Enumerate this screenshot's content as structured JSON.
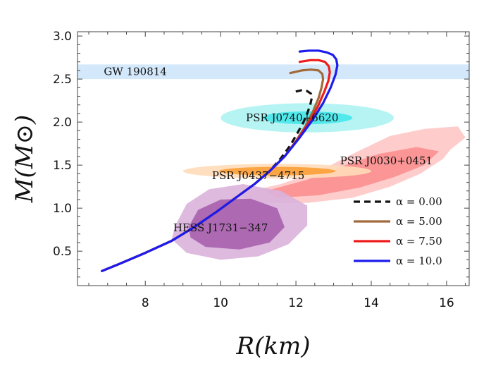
{
  "chart_data": {
    "type": "line",
    "xlabel": "R(km)",
    "ylabel": "M(M⊙)",
    "xlim": [
      6.2,
      16.6
    ],
    "ylim": [
      0.1,
      3.05
    ],
    "xticks": [
      8,
      10,
      12,
      14,
      16
    ],
    "yticks": [
      0.5,
      1.0,
      1.5,
      2.0,
      2.5,
      3.0
    ],
    "xtick_labels": [
      "8",
      "10",
      "12",
      "14",
      "16"
    ],
    "ytick_labels": [
      "0.5",
      "1.0",
      "1.5",
      "2.0",
      "2.5",
      "3.0"
    ],
    "grid": false,
    "legend_position": "bottom-right",
    "band": {
      "label": "GW 190814",
      "y_range": [
        2.5,
        2.67
      ],
      "color": "#d4e8fb"
    },
    "regions": [
      {
        "label": "PSR J0740+6620",
        "color_outer": "#aef3f3",
        "color_inner": "#3fe6ea",
        "center": [
          12.3,
          2.05
        ],
        "outer_axes": [
          2.3,
          0.17
        ],
        "inner_axes": [
          1.2,
          0.075
        ]
      },
      {
        "label": "PSR J0030+0451",
        "color_outer": "#ffc7c7",
        "color_inner": "#fb8b8b",
        "outer": [
          [
            10.6,
            1.18
          ],
          [
            11.6,
            1.28
          ],
          [
            12.7,
            1.45
          ],
          [
            13.6,
            1.65
          ],
          [
            14.5,
            1.84
          ],
          [
            15.4,
            1.92
          ],
          [
            16.3,
            1.95
          ],
          [
            16.5,
            1.82
          ],
          [
            16.1,
            1.68
          ],
          [
            15.9,
            1.57
          ],
          [
            15.3,
            1.4
          ],
          [
            14.5,
            1.25
          ],
          [
            13.5,
            1.12
          ],
          [
            12.3,
            1.06
          ],
          [
            11.1,
            1.06
          ],
          [
            10.6,
            1.12
          ]
        ],
        "inner": [
          [
            11.2,
            1.2
          ],
          [
            12.3,
            1.33
          ],
          [
            13.3,
            1.5
          ],
          [
            14.2,
            1.63
          ],
          [
            15.2,
            1.71
          ],
          [
            15.8,
            1.66
          ],
          [
            15.4,
            1.5
          ],
          [
            14.6,
            1.36
          ],
          [
            13.7,
            1.24
          ],
          [
            12.6,
            1.15
          ],
          [
            11.5,
            1.12
          ]
        ]
      },
      {
        "label": "PSR J0437−4715",
        "color_outer": "#ffdcb8",
        "color_inner": "#fb9b2e",
        "center": [
          11.5,
          1.43
        ],
        "outer_axes": [
          2.5,
          0.085
        ],
        "inner_axes": [
          1.55,
          0.05
        ]
      },
      {
        "label": "HESS J1731−347",
        "color_outer": "#dab2dc",
        "color_inner": "#a45cac",
        "outer": [
          [
            8.8,
            0.8
          ],
          [
            9.1,
            1.05
          ],
          [
            9.7,
            1.22
          ],
          [
            10.6,
            1.28
          ],
          [
            11.6,
            1.2
          ],
          [
            12.3,
            1.03
          ],
          [
            12.3,
            0.8
          ],
          [
            11.8,
            0.58
          ],
          [
            11.0,
            0.44
          ],
          [
            10.0,
            0.4
          ],
          [
            9.1,
            0.48
          ],
          [
            8.7,
            0.64
          ]
        ],
        "inner": [
          [
            9.15,
            0.78
          ],
          [
            9.4,
            0.98
          ],
          [
            10.0,
            1.1
          ],
          [
            10.8,
            1.11
          ],
          [
            11.5,
            1.0
          ],
          [
            11.7,
            0.78
          ],
          [
            11.3,
            0.6
          ],
          [
            10.5,
            0.52
          ],
          [
            9.6,
            0.55
          ],
          [
            9.2,
            0.66
          ]
        ]
      }
    ],
    "series": [
      {
        "name": "α = 0.00",
        "color": "#111111",
        "dash": true,
        "x": [
          6.85,
          7.3,
          8.0,
          8.7,
          9.3,
          9.9,
          10.4,
          10.9,
          11.3,
          11.6,
          11.85,
          12.05,
          12.2,
          12.3,
          12.38,
          12.42,
          12.4,
          12.3,
          12.15,
          11.95
        ],
        "y": [
          0.27,
          0.35,
          0.48,
          0.62,
          0.78,
          0.96,
          1.12,
          1.28,
          1.43,
          1.58,
          1.73,
          1.88,
          2.0,
          2.1,
          2.2,
          2.28,
          2.33,
          2.36,
          2.37,
          2.35
        ]
      },
      {
        "name": "α = 5.00",
        "color": "#a06a3a",
        "dash": false,
        "x": [
          6.85,
          7.3,
          8.0,
          8.7,
          9.3,
          9.9,
          10.4,
          10.9,
          11.3,
          11.7,
          12.0,
          12.25,
          12.45,
          12.6,
          12.68,
          12.72,
          12.7,
          12.6,
          12.4,
          12.15,
          11.85
        ],
        "y": [
          0.27,
          0.35,
          0.48,
          0.62,
          0.78,
          0.96,
          1.12,
          1.28,
          1.43,
          1.6,
          1.78,
          1.95,
          2.12,
          2.28,
          2.4,
          2.5,
          2.56,
          2.6,
          2.61,
          2.6,
          2.57
        ]
      },
      {
        "name": "α = 7.50",
        "color": "#ee1c1c",
        "dash": false,
        "x": [
          6.85,
          7.3,
          8.0,
          8.7,
          9.3,
          9.9,
          10.4,
          10.9,
          11.3,
          11.7,
          12.05,
          12.35,
          12.58,
          12.75,
          12.86,
          12.9,
          12.87,
          12.77,
          12.6,
          12.38,
          12.1
        ],
        "y": [
          0.27,
          0.35,
          0.48,
          0.62,
          0.78,
          0.96,
          1.12,
          1.28,
          1.43,
          1.6,
          1.8,
          2.0,
          2.18,
          2.35,
          2.48,
          2.58,
          2.65,
          2.7,
          2.72,
          2.72,
          2.7
        ]
      },
      {
        "name": "α = 10.0",
        "color": "#1c1cee",
        "dash": false,
        "x": [
          6.85,
          7.3,
          8.0,
          8.7,
          9.3,
          9.9,
          10.4,
          10.9,
          11.3,
          11.7,
          12.1,
          12.45,
          12.72,
          12.92,
          13.05,
          13.1,
          13.07,
          12.98,
          12.82,
          12.6,
          12.35,
          12.1
        ],
        "y": [
          0.27,
          0.35,
          0.48,
          0.62,
          0.78,
          0.96,
          1.12,
          1.28,
          1.43,
          1.6,
          1.82,
          2.03,
          2.22,
          2.4,
          2.55,
          2.66,
          2.73,
          2.78,
          2.81,
          2.83,
          2.83,
          2.82
        ]
      }
    ]
  }
}
